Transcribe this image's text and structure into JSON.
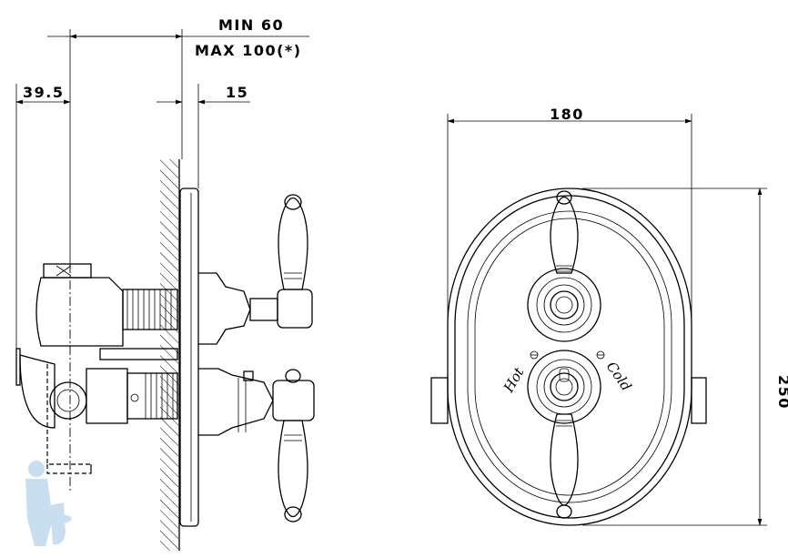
{
  "dimensions": {
    "min_depth": "MIN 60",
    "max_depth": "MAX 100(*)",
    "offset": "39.5",
    "plate_thickness": "15",
    "width": "180",
    "height": "250"
  },
  "markings": {
    "hot": "Hot",
    "cold": "Cold"
  },
  "colors": {
    "line": "#000000",
    "watermark": "#bcd8ee"
  }
}
